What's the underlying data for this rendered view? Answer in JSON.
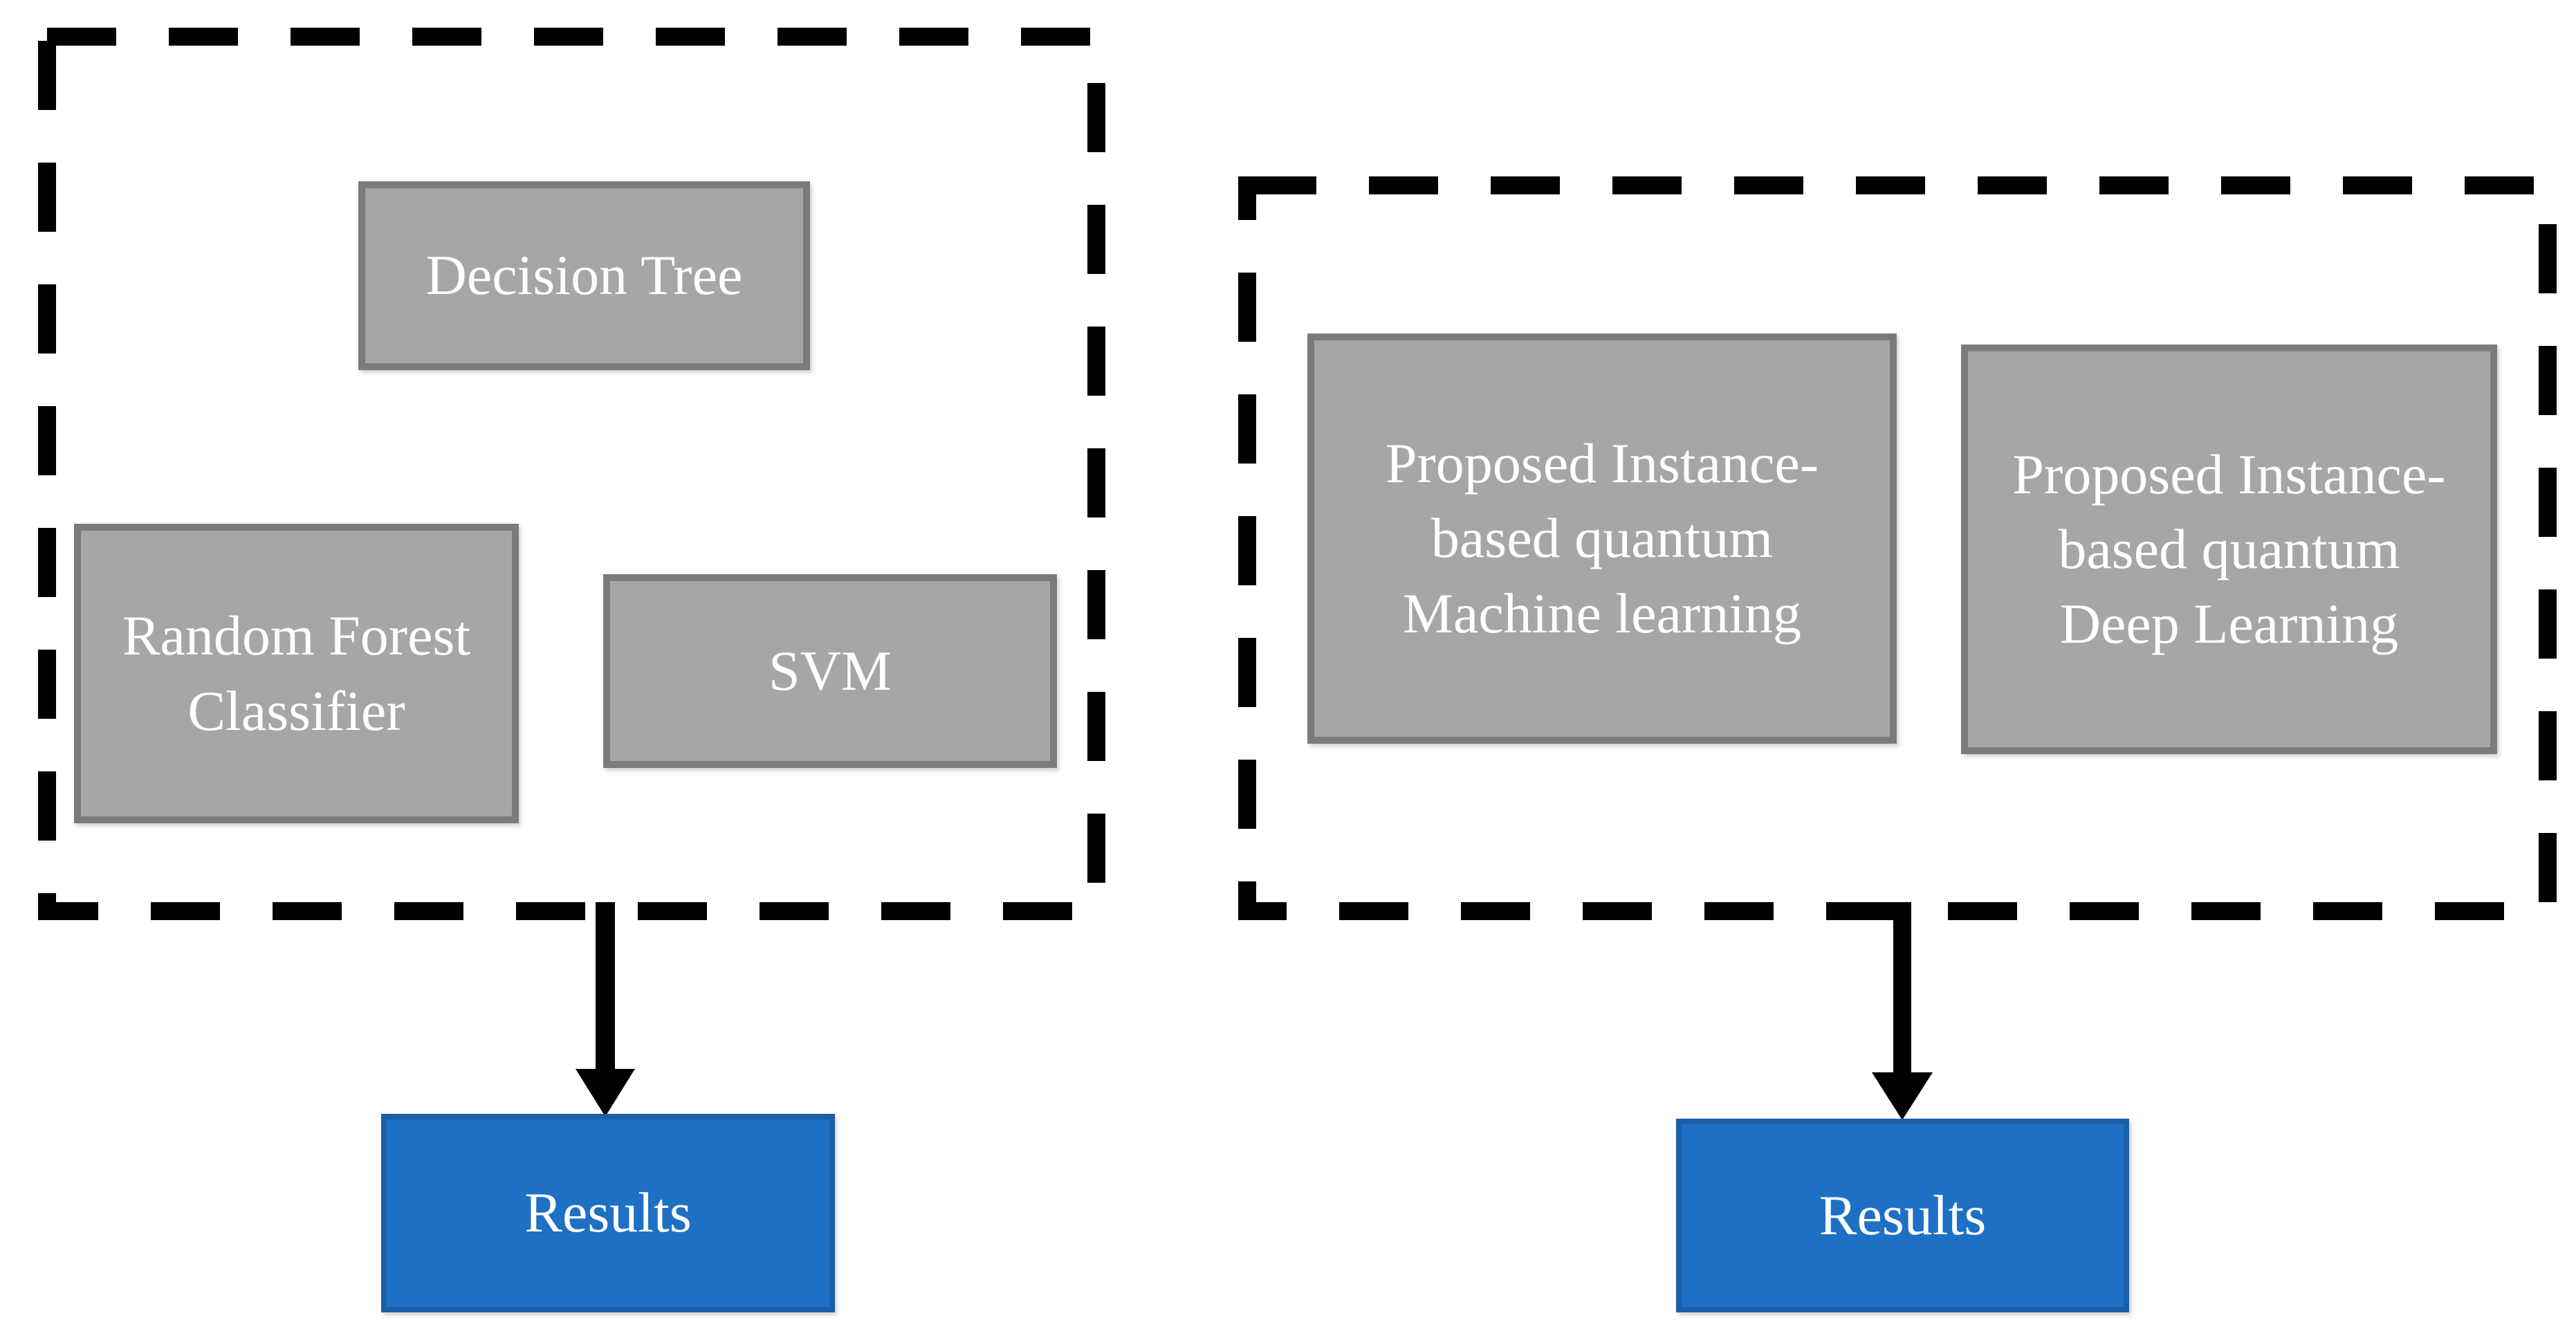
{
  "figure": {
    "colors": {
      "box_fill": "#a6a6a6",
      "box_border": "#7b7b7b",
      "box_text": "#ffffff",
      "result_fill": "#1e70c5",
      "result_border": "#1a5fa8",
      "dash_color": "#000000",
      "arrow_color": "#000000"
    },
    "classical_group": {
      "decision_tree_label": "Decision Tree",
      "random_forest_label": "Random Forest\nClassifier",
      "svm_label": "SVM",
      "result_label": "Results"
    },
    "quantum_group": {
      "qml_label": "Proposed Instance-\nbased quantum\nMachine learning",
      "qdl_label": "Proposed Instance-\nbased quantum\nDeep Learning",
      "result_label": "Results"
    }
  }
}
